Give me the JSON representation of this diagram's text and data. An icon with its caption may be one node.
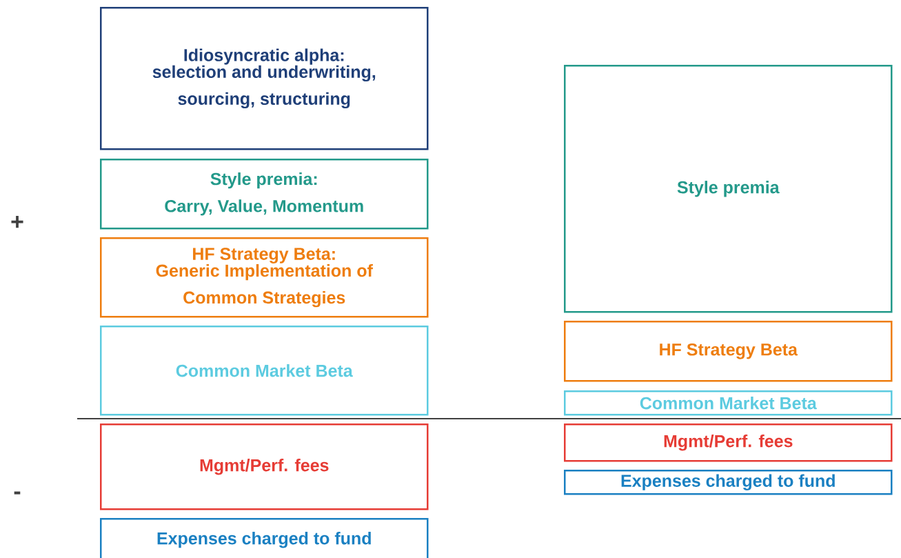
{
  "diagram": {
    "nodes": [
      {
        "text": [
          "Idiosyncratic alpha:",
          "selection and underwriting, sourcing, structuring"
        ]
      },
      {
        "text": [
          "Style premia:",
          "Carry, Value, Momentum"
        ]
      },
      {
        "text": [
          "HF Strategy Beta:",
          "Generic Implementation of Common Strategies"
        ]
      },
      {
        "text": [
          "Common Market Beta"
        ]
      },
      {
        "text": [
          "Mgmt/Perf. fees"
        ]
      },
      {
        "text": [
          "Expenses charged to fund"
        ]
      },
      {
        "text": [
          "Style premia"
        ]
      },
      {
        "text": [
          "HF Strategy Beta"
        ]
      },
      {
        "text": [
          "Common Market Beta"
        ]
      },
      {
        "text": [
          "Mgmt/Perf. fees"
        ]
      },
      {
        "text": [
          "Expenses charged to fund"
        ]
      }
    ],
    "edges": [],
    "labels": [
      "+",
      "-"
    ]
  }
}
